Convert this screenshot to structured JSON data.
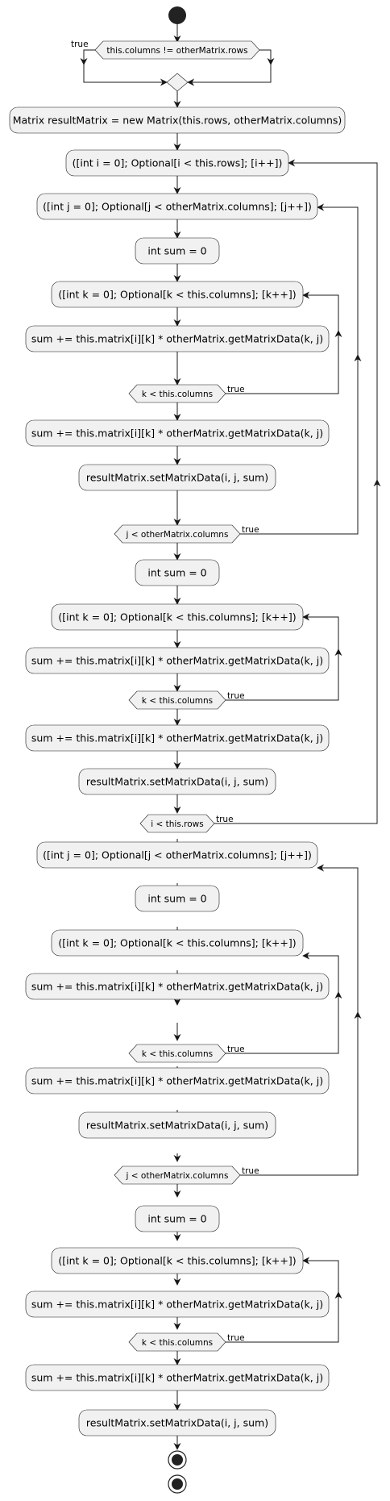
{
  "nodes": [
    {
      "id": "n1",
      "text": "Matrix resultMatrix = new Matrix(this.rows, otherMatrix.columns)"
    },
    {
      "id": "n2",
      "text": "([int i = 0]; Optional[i < this.rows]; [i++])"
    },
    {
      "id": "n3",
      "text": "([int j = 0]; Optional[j < otherMatrix.columns]; [j++])"
    },
    {
      "id": "n4",
      "text": "int sum = 0"
    },
    {
      "id": "n5",
      "text": "([int k = 0]; Optional[k < this.columns]; [k++])"
    },
    {
      "id": "n6",
      "text": "sum += this.matrix[i][k] * otherMatrix.getMatrixData(k, j)"
    },
    {
      "id": "n7",
      "text": "sum += this.matrix[i][k] * otherMatrix.getMatrixData(k, j)"
    },
    {
      "id": "n8",
      "text": "resultMatrix.setMatrixData(i, j, sum)"
    },
    {
      "id": "n9",
      "text": "int sum = 0"
    },
    {
      "id": "n10",
      "text": "([int k = 0]; Optional[k < this.columns]; [k++])"
    },
    {
      "id": "n11",
      "text": "sum += this.matrix[i][k] * otherMatrix.getMatrixData(k, j)"
    },
    {
      "id": "n12",
      "text": "sum += this.matrix[i][k] * otherMatrix.getMatrixData(k, j)"
    },
    {
      "id": "n13",
      "text": "resultMatrix.setMatrixData(i, j, sum)"
    },
    {
      "id": "n14",
      "text": "([int j = 0]; Optional[j < otherMatrix.columns]; [j++])"
    },
    {
      "id": "n15",
      "text": "int sum = 0"
    },
    {
      "id": "n16",
      "text": "([int k = 0]; Optional[k < this.columns]; [k++])"
    },
    {
      "id": "n17",
      "text": "sum += this.matrix[i][k] * otherMatrix.getMatrixData(k, j)"
    },
    {
      "id": "n18",
      "text": "sum += this.matrix[i][k] * otherMatrix.getMatrixData(k, j)"
    },
    {
      "id": "n19",
      "text": "resultMatrix.setMatrixData(i, j, sum)"
    },
    {
      "id": "n20",
      "text": "int sum = 0"
    },
    {
      "id": "n21",
      "text": "([int k = 0]; Optional[k < this.columns]; [k++])"
    },
    {
      "id": "n22",
      "text": "sum += this.matrix[i][k] * otherMatrix.getMatrixData(k, j)"
    },
    {
      "id": "n23",
      "text": "sum += this.matrix[i][k] * otherMatrix.getMatrixData(k, j)"
    },
    {
      "id": "n24",
      "text": "resultMatrix.setMatrixData(i, j, sum)"
    }
  ],
  "decisions": [
    {
      "id": "d0",
      "text": "this.columns != otherMatrix.rows",
      "branch_label": "true"
    },
    {
      "id": "d1",
      "text": "k < this.columns",
      "branch_label": "true"
    },
    {
      "id": "d2",
      "text": "j < otherMatrix.columns",
      "branch_label": "true"
    },
    {
      "id": "d3",
      "text": "k < this.columns",
      "branch_label": "true"
    },
    {
      "id": "d4",
      "text": "i < this.rows",
      "branch_label": "true"
    },
    {
      "id": "d5",
      "text": "k < this.columns",
      "branch_label": "true"
    },
    {
      "id": "d6",
      "text": "j < otherMatrix.columns",
      "branch_label": "true"
    },
    {
      "id": "d7",
      "text": "k < this.columns",
      "branch_label": "true"
    }
  ],
  "colors": {
    "fill": "#f1f1f1",
    "stroke": "#181818",
    "start": "#222222"
  }
}
